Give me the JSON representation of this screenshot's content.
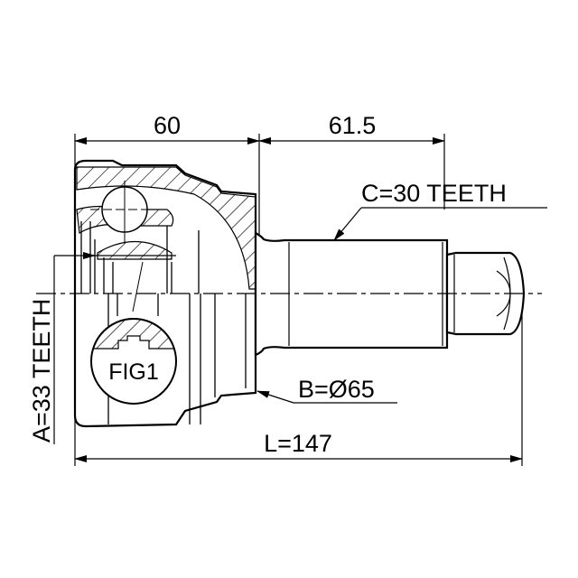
{
  "drawing": {
    "dim_housing_length": "60",
    "dim_shaft_length": "61.5",
    "outer_spline": "C=30 TEETH",
    "outer_diameter": "B=Ø65",
    "total_length": "L=147",
    "inner_spline": "A=33 TEETH",
    "detail_label": "FIG1"
  }
}
